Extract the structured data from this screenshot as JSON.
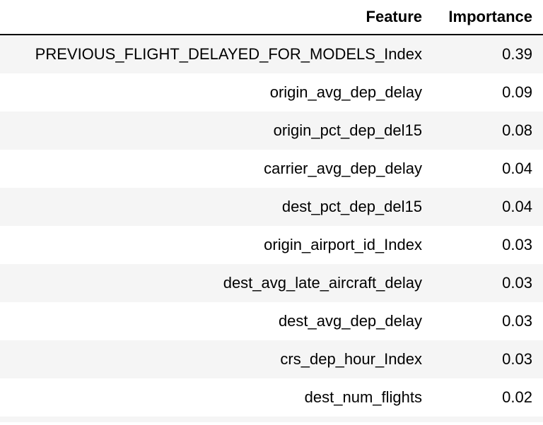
{
  "table": {
    "headers": {
      "feature": "Feature",
      "importance": "Importance"
    },
    "rows": [
      {
        "feature": "PREVIOUS_FLIGHT_DELAYED_FOR_MODELS_Index",
        "importance": "0.39"
      },
      {
        "feature": "origin_avg_dep_delay",
        "importance": "0.09"
      },
      {
        "feature": "origin_pct_dep_del15",
        "importance": "0.08"
      },
      {
        "feature": "carrier_avg_dep_delay",
        "importance": "0.04"
      },
      {
        "feature": "dest_pct_dep_del15",
        "importance": "0.04"
      },
      {
        "feature": "origin_airport_id_Index",
        "importance": "0.03"
      },
      {
        "feature": "dest_avg_late_aircraft_delay",
        "importance": "0.03"
      },
      {
        "feature": "dest_avg_dep_delay",
        "importance": "0.03"
      },
      {
        "feature": "crs_dep_hour_Index",
        "importance": "0.03"
      },
      {
        "feature": "dest_num_flights",
        "importance": "0.02"
      }
    ]
  }
}
